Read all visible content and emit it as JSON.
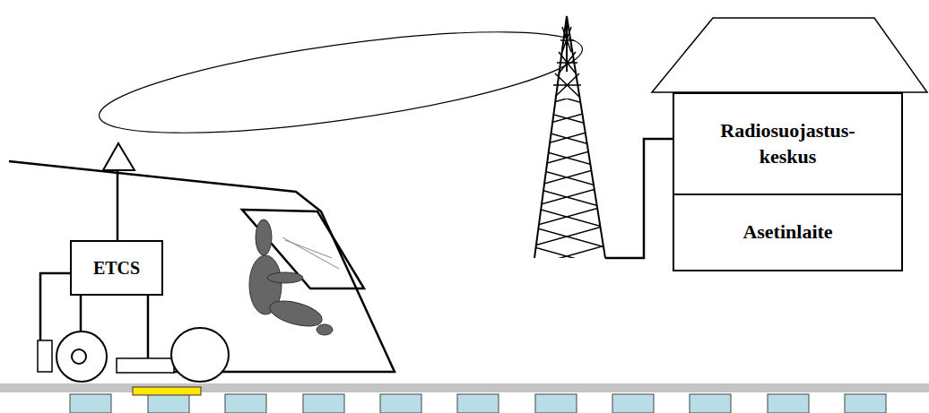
{
  "diagram": {
    "nodes": [
      {
        "text": [
          "ETCS"
        ]
      },
      {
        "text": [
          "Radiosuojastus- keskus"
        ]
      },
      {
        "text": [
          "Asetinlaite"
        ]
      }
    ]
  }
}
